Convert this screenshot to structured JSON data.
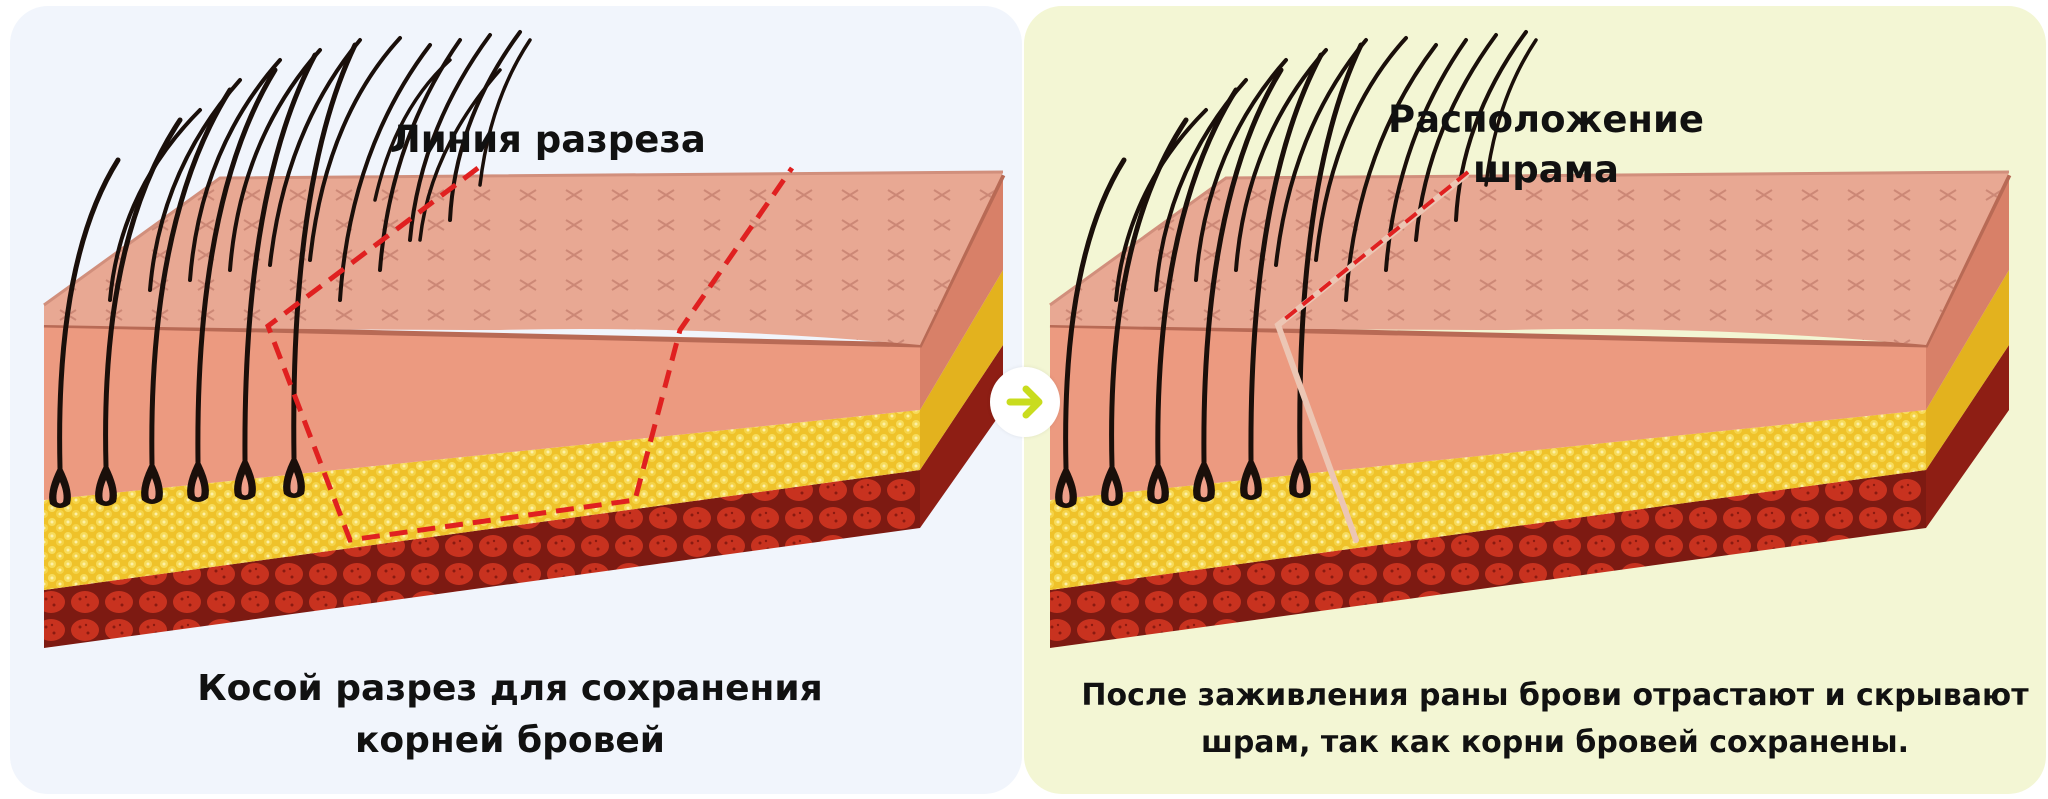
{
  "left_panel": {
    "label": "Линия разреза",
    "caption": "Косой разрез для сохранения корней бровей"
  },
  "right_panel": {
    "label": "Расположение шрама",
    "caption": "После заживления раны брови отрастают и скрывают шрам, так как корни бровей сохранены."
  },
  "arrow": {
    "icon": "arrow-right-icon",
    "color": "#c9dc1e"
  },
  "colors": {
    "left_background": "#f1f5fc",
    "right_background": "#f3f6d4",
    "skin_surface": "#e3a08a",
    "dermis": "#ec9a80",
    "fat": "#f1c52f",
    "muscle": "#b82a1c",
    "incision_line": "#e02020",
    "scar": "#ecc6b4",
    "hair": "#1a0f0a"
  }
}
